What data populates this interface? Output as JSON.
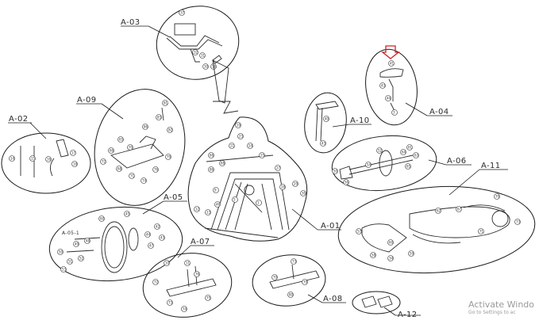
{
  "labels": {
    "a01": "A-01",
    "a02": "A-02",
    "a03": "A-03",
    "a04": "A-04",
    "a05": "A-05",
    "a05_1": "A-05-1",
    "a06": "A-06",
    "a07": "A-07",
    "a08": "A-08",
    "a09": "A-09",
    "a10": "A-10",
    "a11": "A-11",
    "a12": "A-12"
  },
  "watermark": {
    "title": "Activate Windo",
    "subtitle": "Go to Settings to ac"
  },
  "colors": {
    "highlight_arrow": "#d32020",
    "line": "#1a1a1a",
    "watermark": "#9a9a9a"
  },
  "highlight": {
    "icon": "red-down-arrow-icon",
    "target": "A-04"
  }
}
